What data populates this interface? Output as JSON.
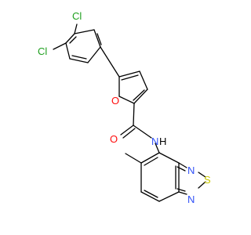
{
  "molecule": {
    "atoms": {
      "cl_top": "Cl",
      "cl_left": "Cl",
      "furan_o": "O",
      "carbonyl_o": "O",
      "amide_n": "N",
      "amide_h": "H",
      "td_n_upper": "N",
      "td_s": "S",
      "td_n_lower": "N"
    }
  },
  "colors": {
    "bond": "#000000",
    "chlorine": "#1fa01f",
    "oxygen": "#ff0d0d",
    "nitrogen": "#3050f8",
    "sulfur": "#c8c800"
  }
}
